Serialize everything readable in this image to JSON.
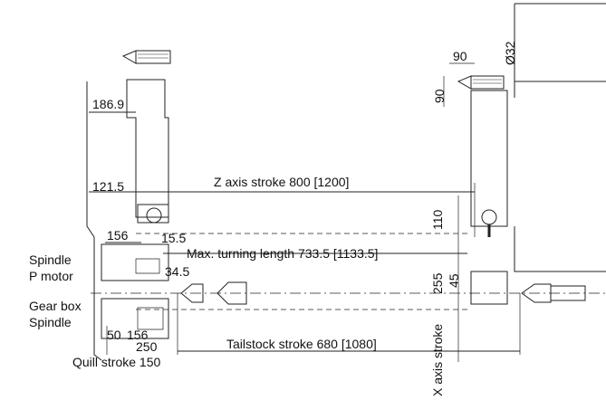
{
  "dimensions": {
    "d186": "186.9",
    "d121": "121.5",
    "d156a": "156",
    "d15_5": "15.5",
    "d34_5": "34.5",
    "d50": "50",
    "d156b": "156",
    "d250": "250",
    "d90a": "90",
    "d90b": "90",
    "d32": "Ø32",
    "d110": "110",
    "d255": "255",
    "d45": "45"
  },
  "labels": {
    "z_stroke": "Z axis stroke 800 [1200]",
    "max_turning": "Max. turning length 733.5 [1133.5]",
    "tailstock_stroke": "Tailstock stroke 680 [1080]",
    "quill_stroke": "Quill stroke 150",
    "x_stroke": "X axis stroke",
    "spindle_motor_1": "Spindle",
    "spindle_motor_2": "P motor",
    "gear_box": "Gear box",
    "spindle": "Spindle"
  }
}
